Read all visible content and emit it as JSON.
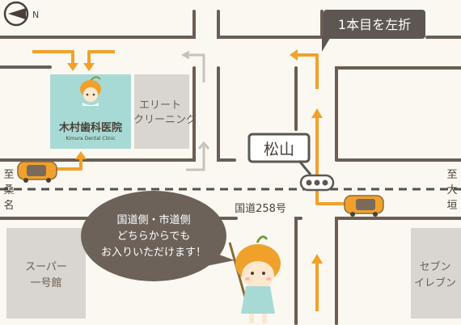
{
  "compass": {
    "label": "N"
  },
  "route_sign": {
    "label": "1本目を左折"
  },
  "clinic": {
    "name": "木村歯科医院",
    "subtitle": "Kimura Dental Clinic"
  },
  "elite_cleaning": {
    "label_line1": "エリート",
    "label_line2": "クリーニング"
  },
  "matsuyama_sign": {
    "label": "松山"
  },
  "road_label": {
    "label": "国道258号"
  },
  "left_direction": {
    "label": "至桑名",
    "chars": [
      "至",
      "桑",
      "名"
    ]
  },
  "right_direction": {
    "label": "至大垣",
    "chars": [
      "至",
      "大",
      "垣"
    ]
  },
  "speech_bubble": {
    "line1": "国道側・市道側",
    "line2": "どちらからでも",
    "line3": "お入りいただけます！"
  },
  "supermarket": {
    "label_line1": "スーパー",
    "label_line2": "一号館"
  },
  "seven_eleven": {
    "label_line1": "セブン",
    "label_line2": "イレブン"
  },
  "colors": {
    "road_line": "#6b5e52",
    "road_dash": "#55504a",
    "orange_arrow": "#f2a12a",
    "gray_arrow": "#c8c2ba",
    "clinic_bg": "#a8dad5",
    "building_gray": "#d9d6d1",
    "sign_dark": "#5d5651",
    "background": "#fbf8f2"
  }
}
